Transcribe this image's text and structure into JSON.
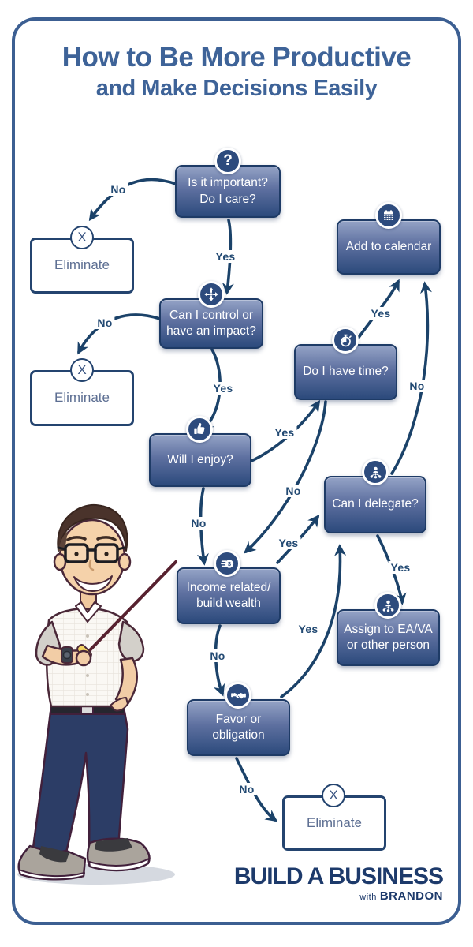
{
  "title": {
    "line1": "How to Be More Productive",
    "line2": "and Make Decisions Easily"
  },
  "flow": {
    "nodes": [
      {
        "id": "important",
        "label": "Is it important?\nDo I care?",
        "icon": "question-icon",
        "style": "filled"
      },
      {
        "id": "eliminate-1",
        "label": "Eliminate",
        "icon": "x-icon",
        "style": "outline"
      },
      {
        "id": "control",
        "label": "Can I control or\nhave an impact?",
        "icon": "move-icon",
        "style": "filled"
      },
      {
        "id": "eliminate-2",
        "label": "Eliminate",
        "icon": "x-icon",
        "style": "outline"
      },
      {
        "id": "enjoy",
        "label": "Will I enjoy?",
        "icon": "thumbs-up-icon",
        "style": "filled"
      },
      {
        "id": "time",
        "label": "Do I have time?",
        "icon": "stopwatch-icon",
        "style": "filled"
      },
      {
        "id": "calendar",
        "label": "Add to calendar",
        "icon": "calendar-icon",
        "style": "filled"
      },
      {
        "id": "delegate",
        "label": "Can I delegate?",
        "icon": "delegate-icon",
        "style": "filled"
      },
      {
        "id": "income",
        "label": "Income related/\nbuild wealth",
        "icon": "money-icon",
        "style": "filled"
      },
      {
        "id": "assign",
        "label": "Assign to EA/VA\nor other person",
        "icon": "delegate-icon",
        "style": "filled"
      },
      {
        "id": "favor",
        "label": "Favor or\nobligation",
        "icon": "handshake-icon",
        "style": "filled"
      },
      {
        "id": "eliminate-3",
        "label": "Eliminate",
        "icon": "x-icon",
        "style": "outline"
      }
    ],
    "edges": [
      {
        "from": "important",
        "to": "eliminate-1",
        "label": "No"
      },
      {
        "from": "important",
        "to": "control",
        "label": "Yes"
      },
      {
        "from": "control",
        "to": "eliminate-2",
        "label": "No"
      },
      {
        "from": "control",
        "to": "enjoy",
        "label": "Yes"
      },
      {
        "from": "enjoy",
        "to": "time",
        "label": "Yes"
      },
      {
        "from": "time",
        "to": "calendar",
        "label": "Yes"
      },
      {
        "from": "time",
        "to": "income",
        "label": "No"
      },
      {
        "from": "enjoy",
        "to": "income",
        "label": "No"
      },
      {
        "from": "income",
        "to": "delegate",
        "label": "Yes"
      },
      {
        "from": "income",
        "to": "favor",
        "label": "No"
      },
      {
        "from": "delegate",
        "to": "calendar",
        "label": "No"
      },
      {
        "from": "delegate",
        "to": "assign",
        "label": "Yes"
      },
      {
        "from": "favor",
        "to": "delegate",
        "label": "Yes"
      },
      {
        "from": "favor",
        "to": "eliminate-3",
        "label": "No"
      }
    ]
  },
  "glyphs": {
    "question-icon": "?",
    "x-icon": "X"
  },
  "logo": {
    "line1": "BUILD A BUSINESS",
    "with_text": "with",
    "name": "BRANDON"
  },
  "colors": {
    "frame": "#3c5f92",
    "title": "#3e6398",
    "box_gradient_top": "#94a3c6",
    "box_gradient_bottom": "#2c4a7c",
    "box_border": "#1e3b66",
    "badge_background": "#2d4b7d",
    "arrow": "#1b4269",
    "eliminate_text": "#5c6e92",
    "logo_text": "#1d3a6b",
    "pointer_stick": "#57212f"
  }
}
